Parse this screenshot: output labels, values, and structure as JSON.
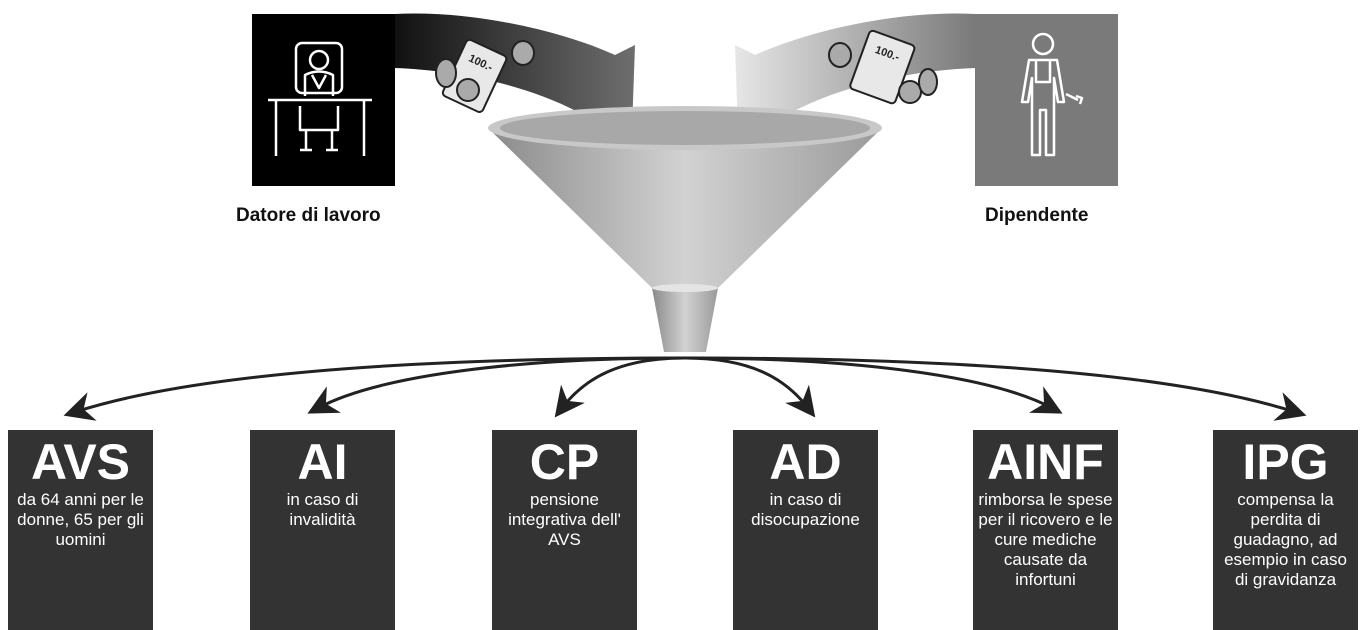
{
  "parties": {
    "employer": {
      "label": "Datore di lavoro",
      "icon": "employer-at-desk-icon",
      "bg": "#000000"
    },
    "employee": {
      "label": "Dipendente",
      "icon": "worker-with-wrench-icon",
      "bg": "#7a7a7a"
    }
  },
  "banknote": {
    "value": "100.-"
  },
  "insurances": [
    {
      "abbr": "AVS",
      "desc": "da 64 anni per le donne, 65 per gli uomini"
    },
    {
      "abbr": "AI",
      "desc": "in caso di invalidità"
    },
    {
      "abbr": "CP",
      "desc": "pensione integrativa dell' AVS"
    },
    {
      "abbr": "AD",
      "desc": "in caso di disocupazione"
    },
    {
      "abbr": "AINF",
      "desc": "rimborsa le spese per il ricovero e le cure mediche causate da infortuni"
    },
    {
      "abbr": "IPG",
      "desc": "compensa la perdita di guadagno, ad esempio in caso di gravidanza"
    }
  ],
  "colors": {
    "box": "#333333",
    "box_text": "#ffffff",
    "funnel": "#b8b8b8"
  }
}
